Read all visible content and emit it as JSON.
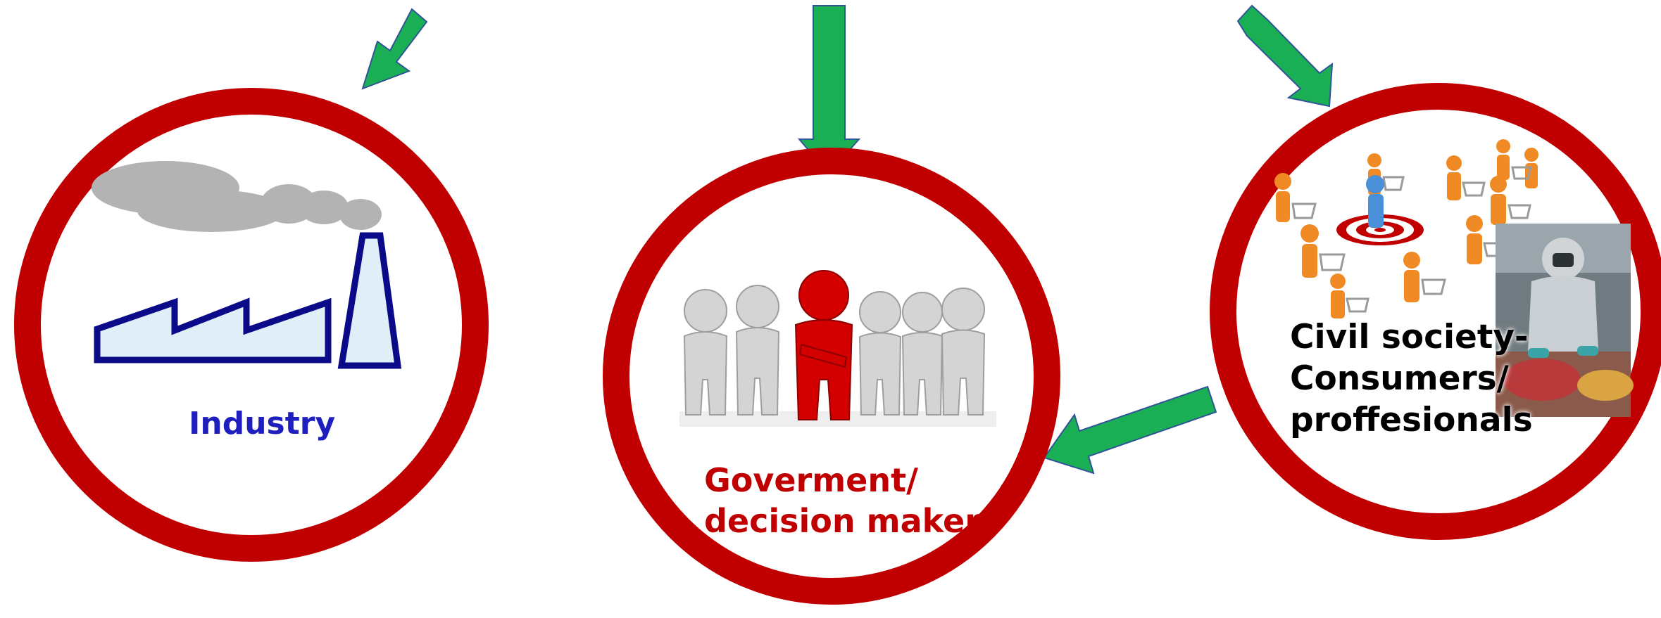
{
  "nodes": [
    {
      "id": "industry",
      "label": "Industry"
    },
    {
      "id": "government",
      "label_lines": [
        "Goverment/",
        "decision makers"
      ]
    },
    {
      "id": "civil",
      "label_lines": [
        "Civil society-",
        "Consumers/",
        "proffesionals"
      ]
    }
  ],
  "colors": {
    "ring": "#c00000",
    "arrow_fill": "#1aaf54",
    "arrow_stroke": "#2f5597",
    "industry_label": "#1f1fbf",
    "government_label": "#c00000",
    "civil_label": "#000000",
    "factory_outline": "#0b0b8a",
    "factory_fill": "#dfeef7",
    "smoke": "#b3b3b3"
  },
  "icons": [
    "factory-icon",
    "smoke-cloud-icon",
    "team-people-icon",
    "shopping-carts-icon",
    "target-icon",
    "hazmat-worker-icon"
  ]
}
